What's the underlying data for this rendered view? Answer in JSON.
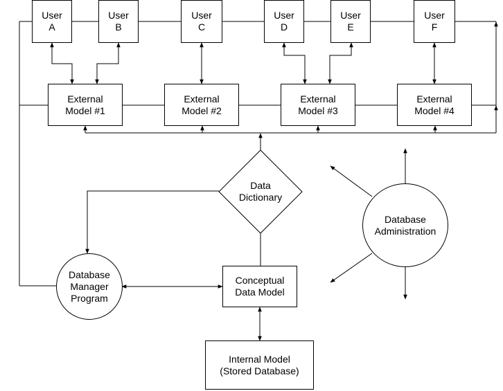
{
  "users": [
    {
      "line1": "User",
      "line2": "A"
    },
    {
      "line1": "User",
      "line2": "B"
    },
    {
      "line1": "User",
      "line2": "C"
    },
    {
      "line1": "User",
      "line2": "D"
    },
    {
      "line1": "User",
      "line2": "E"
    },
    {
      "line1": "User",
      "line2": "F"
    }
  ],
  "external_models": [
    {
      "line1": "External",
      "line2": "Model #1"
    },
    {
      "line1": "External",
      "line2": "Model #2"
    },
    {
      "line1": "External",
      "line2": "Model #3"
    },
    {
      "line1": "External",
      "line2": "Model #4"
    }
  ],
  "data_dictionary": {
    "line1": "Data",
    "line2": "Dictionary"
  },
  "database_administration": {
    "line1": "Database",
    "line2": "Administration"
  },
  "database_manager_program": {
    "line1": "Database",
    "line2": "Manager",
    "line3": "Program"
  },
  "conceptual_data_model": {
    "line1": "Conceptual",
    "line2": "Data Model"
  },
  "internal_model": {
    "line1": "Internal Model",
    "line2": "(Stored Database)"
  }
}
